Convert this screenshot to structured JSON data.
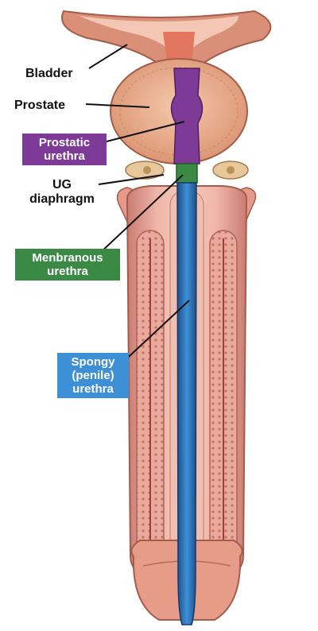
{
  "labels": {
    "bladder": "Bladder",
    "prostate": "Prostate",
    "prostatic_urethra": [
      "Prostatic",
      "urethra"
    ],
    "ug_diaphragm": [
      "UG",
      "diaphragm"
    ],
    "membranous_urethra": [
      "Menbranous",
      "urethra"
    ],
    "spongy_urethra": [
      "Spongy",
      "(penile)",
      "urethra"
    ]
  },
  "colors": {
    "prostatic": "#7d3a97",
    "membranous": "#3a8a45",
    "spongy": "#3d8fd6",
    "bladder_tissue": "#e8a98a",
    "prostate_tissue": "#f0b89a",
    "shaft_tissue": "#e6a49a",
    "urethra_dark": "#1e4f8a"
  }
}
